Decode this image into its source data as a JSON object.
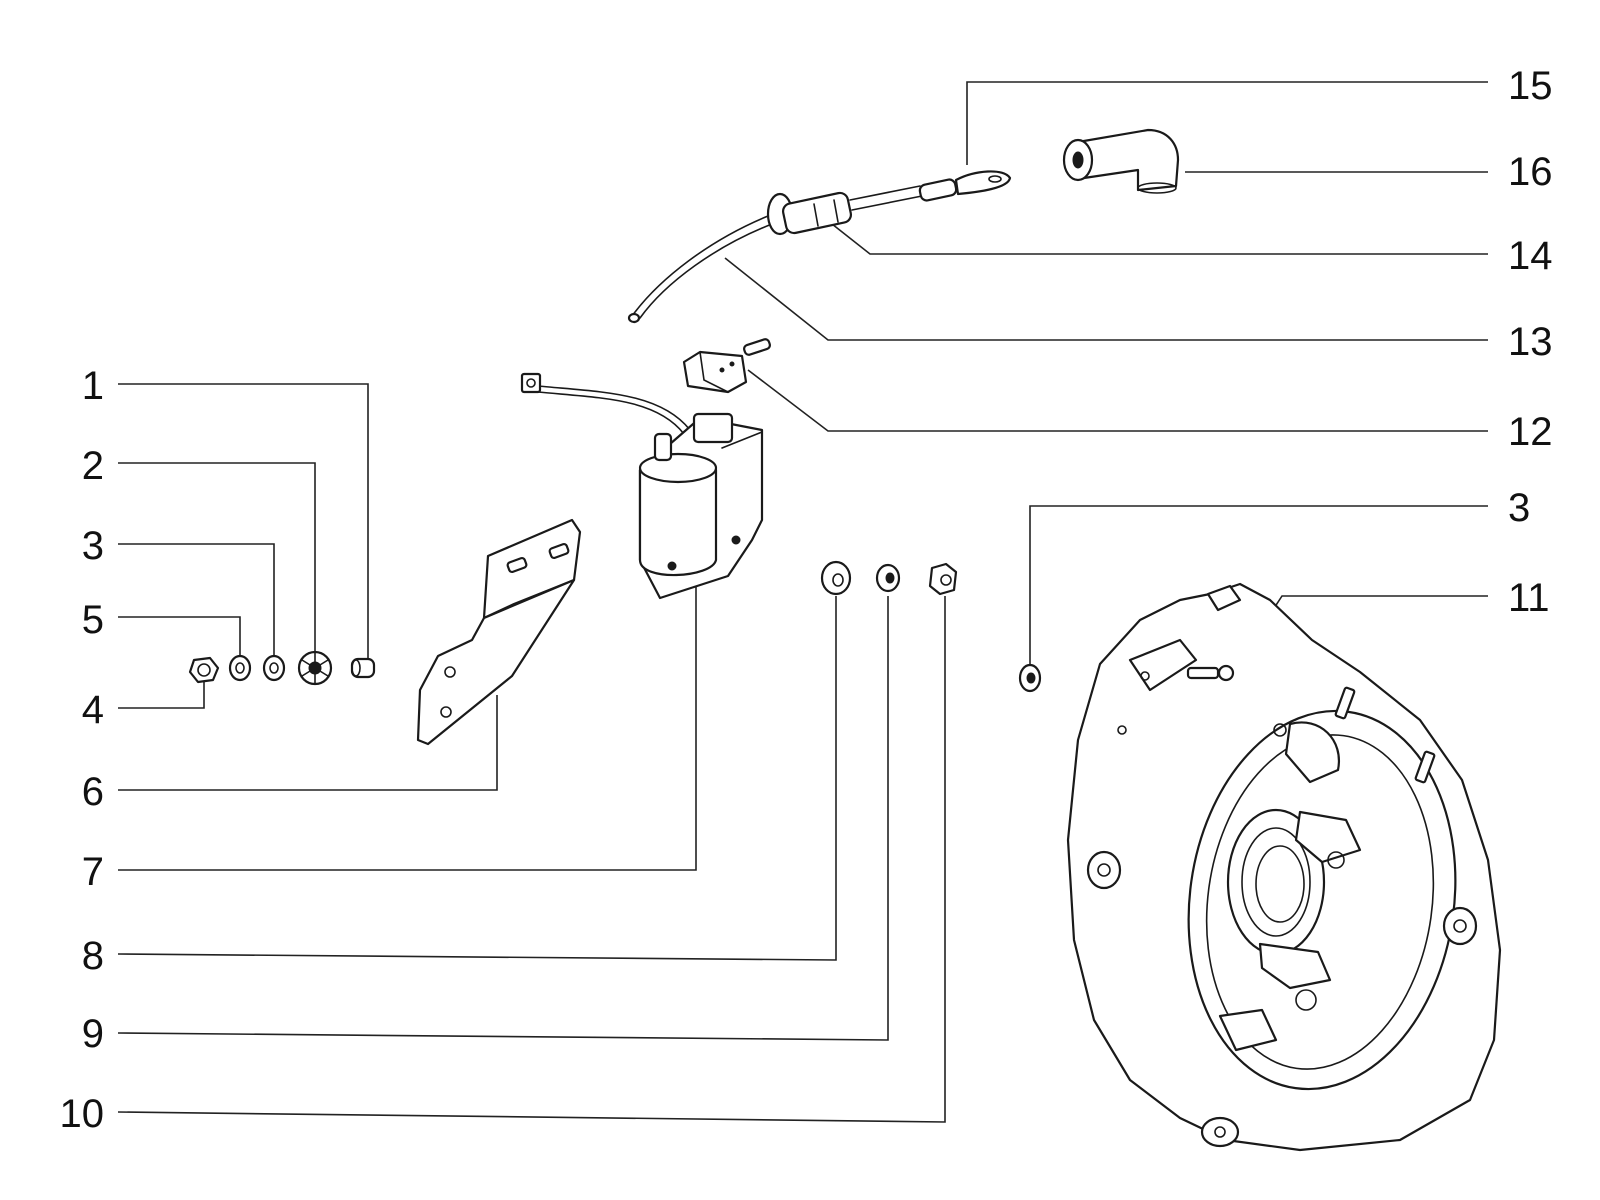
{
  "callouts": {
    "c1": "1",
    "c2": "2",
    "c3_left": "3",
    "c5": "5",
    "c4": "4",
    "c6": "6",
    "c7": "7",
    "c8": "8",
    "c9": "9",
    "c10": "10",
    "c15": "15",
    "c16": "16",
    "c14": "14",
    "c13": "13",
    "c12": "12",
    "c3_right": "3",
    "c11": "11"
  }
}
